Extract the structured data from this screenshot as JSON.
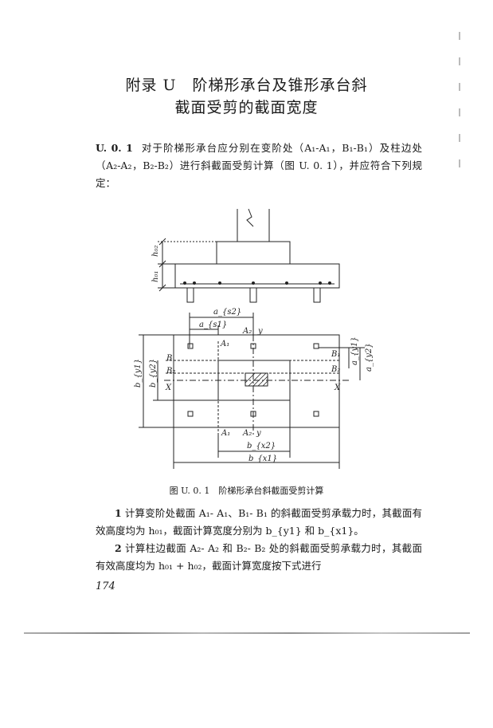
{
  "title": {
    "line1": "附录 U　阶梯形承台及锥形承台斜",
    "line2": "截面受剪的截面宽度"
  },
  "section": {
    "number": "U. 0. 1",
    "text": "对于阶梯形承台应分别在变阶处（A₁-A₁，B₁-B₁）及柱边处（A₂-A₂，B₂-B₂）进行斜截面受剪计算（图 U. 0. 1），并应符合下列规定："
  },
  "figure": {
    "caption": "图 U. 0. 1　阶梯形承台斜截面受剪计算",
    "labels": {
      "h_c2": "h₀₂",
      "h_c1": "h₀₁",
      "a_s2": "a_{s2}",
      "a_s1": "a_{s1}",
      "A1": "A₁",
      "A2": "A₂",
      "y": "y",
      "B1": "B₁",
      "B2": "B₂",
      "B1_left": "B",
      "B2_left": "B₂",
      "X": "X",
      "b_y1": "b_{y1}",
      "b_y2": "b_{y2}",
      "a_y1": "a_{y1}",
      "a_y2": "a_{y2}",
      "b_x2": "b_{x2}",
      "b_x1": "b_{x1}"
    }
  },
  "items": [
    {
      "number": "1",
      "text": "计算变阶处截面 A₁- A₁、B₁- B₁ 的斜截面受剪承载力时，其截面有效高度均为 h₀₁，截面计算宽度分别为 b_{y1} 和 b_{x1}。"
    },
    {
      "number": "2",
      "text": "计算柱边截面 A₂- A₂ 和 B₂- B₂ 处的斜截面受剪承载力时，其截面有效高度均为 h₀₁ + h₀₂，截面计算宽度按下式进行"
    }
  ],
  "page_number": "174"
}
